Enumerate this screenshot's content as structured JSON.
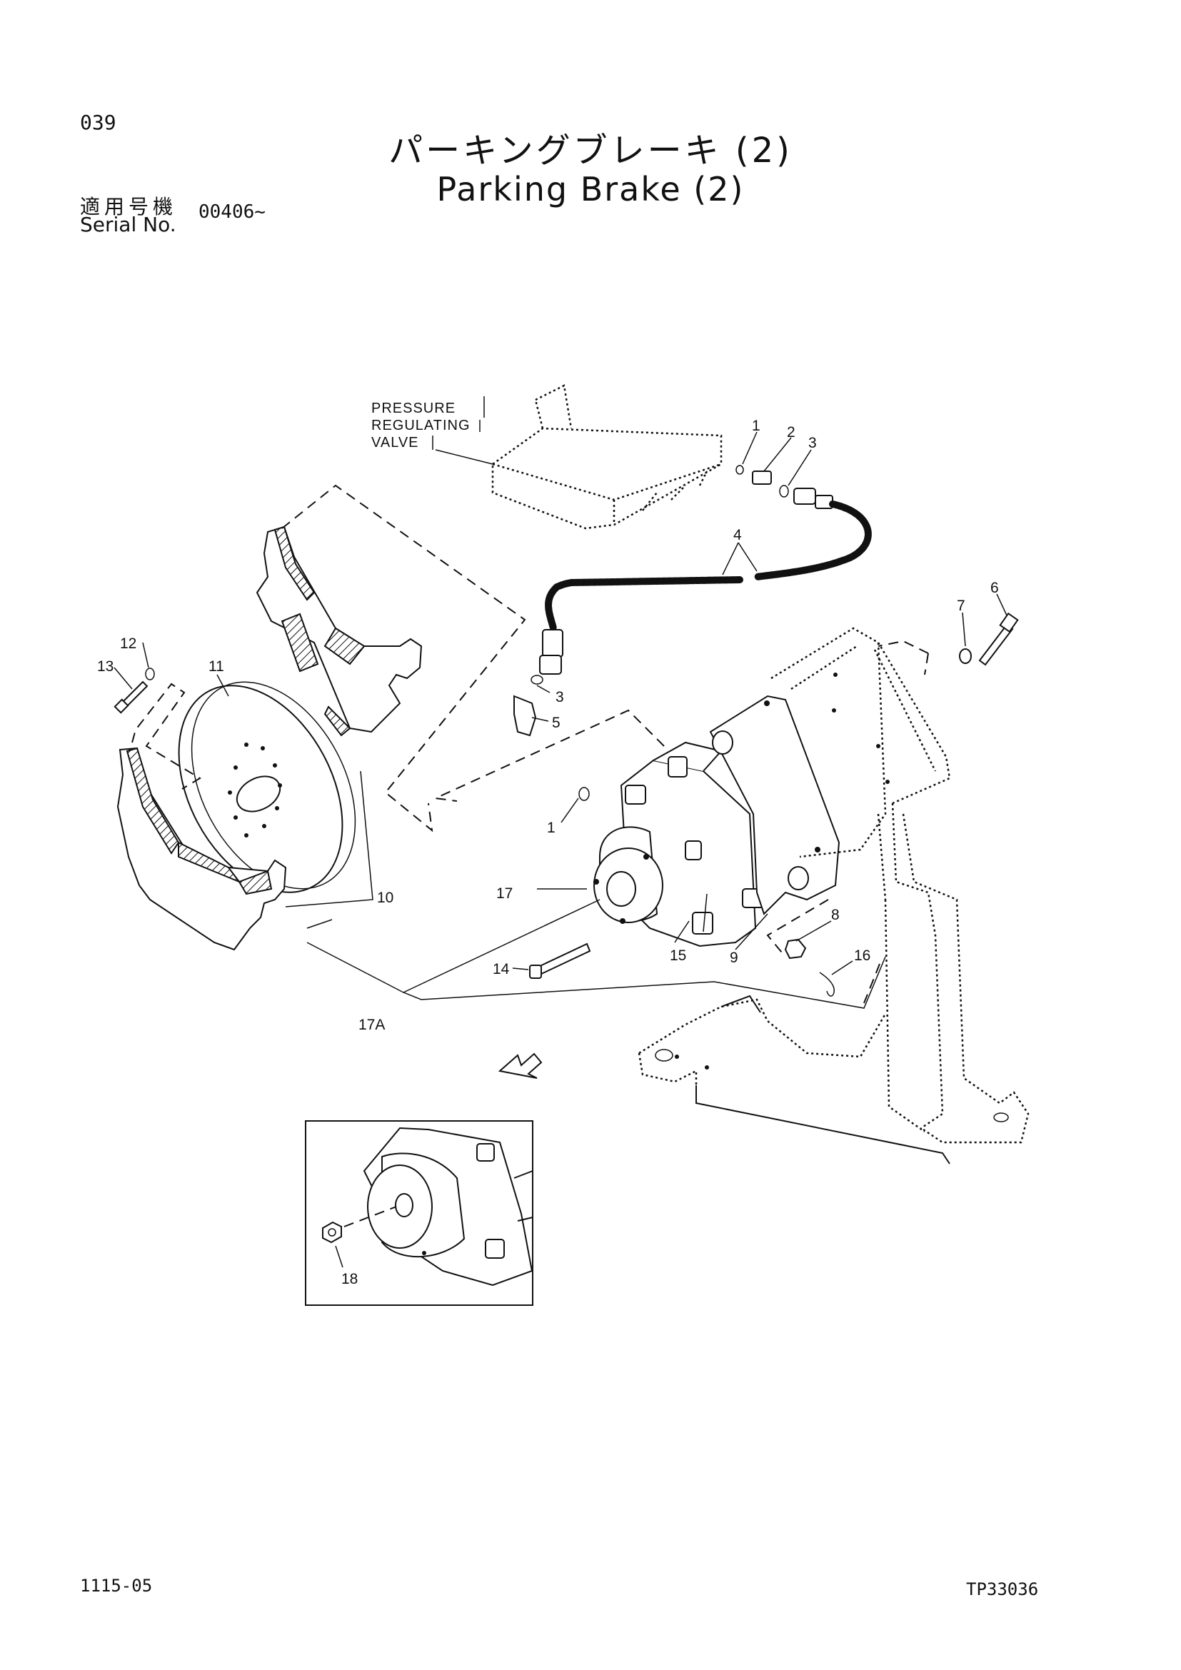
{
  "page_number": "039",
  "title": {
    "japanese": "パーキングブレーキ (2)",
    "english": "Parking Brake (2)"
  },
  "serial": {
    "label_jp": "適用号機",
    "label_en": "Serial No.",
    "value": "00406~"
  },
  "valve_label": [
    "PRESSURE",
    "REGULATING",
    "VALVE"
  ],
  "callouts": {
    "c1a": "1",
    "c2": "2",
    "c3a": "3",
    "c4": "4",
    "c6": "6",
    "c7": "7",
    "c12": "12",
    "c13": "13",
    "c11": "11",
    "c3b": "3",
    "c5": "5",
    "c1b": "1",
    "c10": "10",
    "c17": "17",
    "c14": "14",
    "c15": "15",
    "c9": "9",
    "c8": "8",
    "c16": "16",
    "c17a": "17A",
    "c18": "18"
  },
  "footer": {
    "left_code": "1115-05",
    "right_code": "TP33036"
  }
}
